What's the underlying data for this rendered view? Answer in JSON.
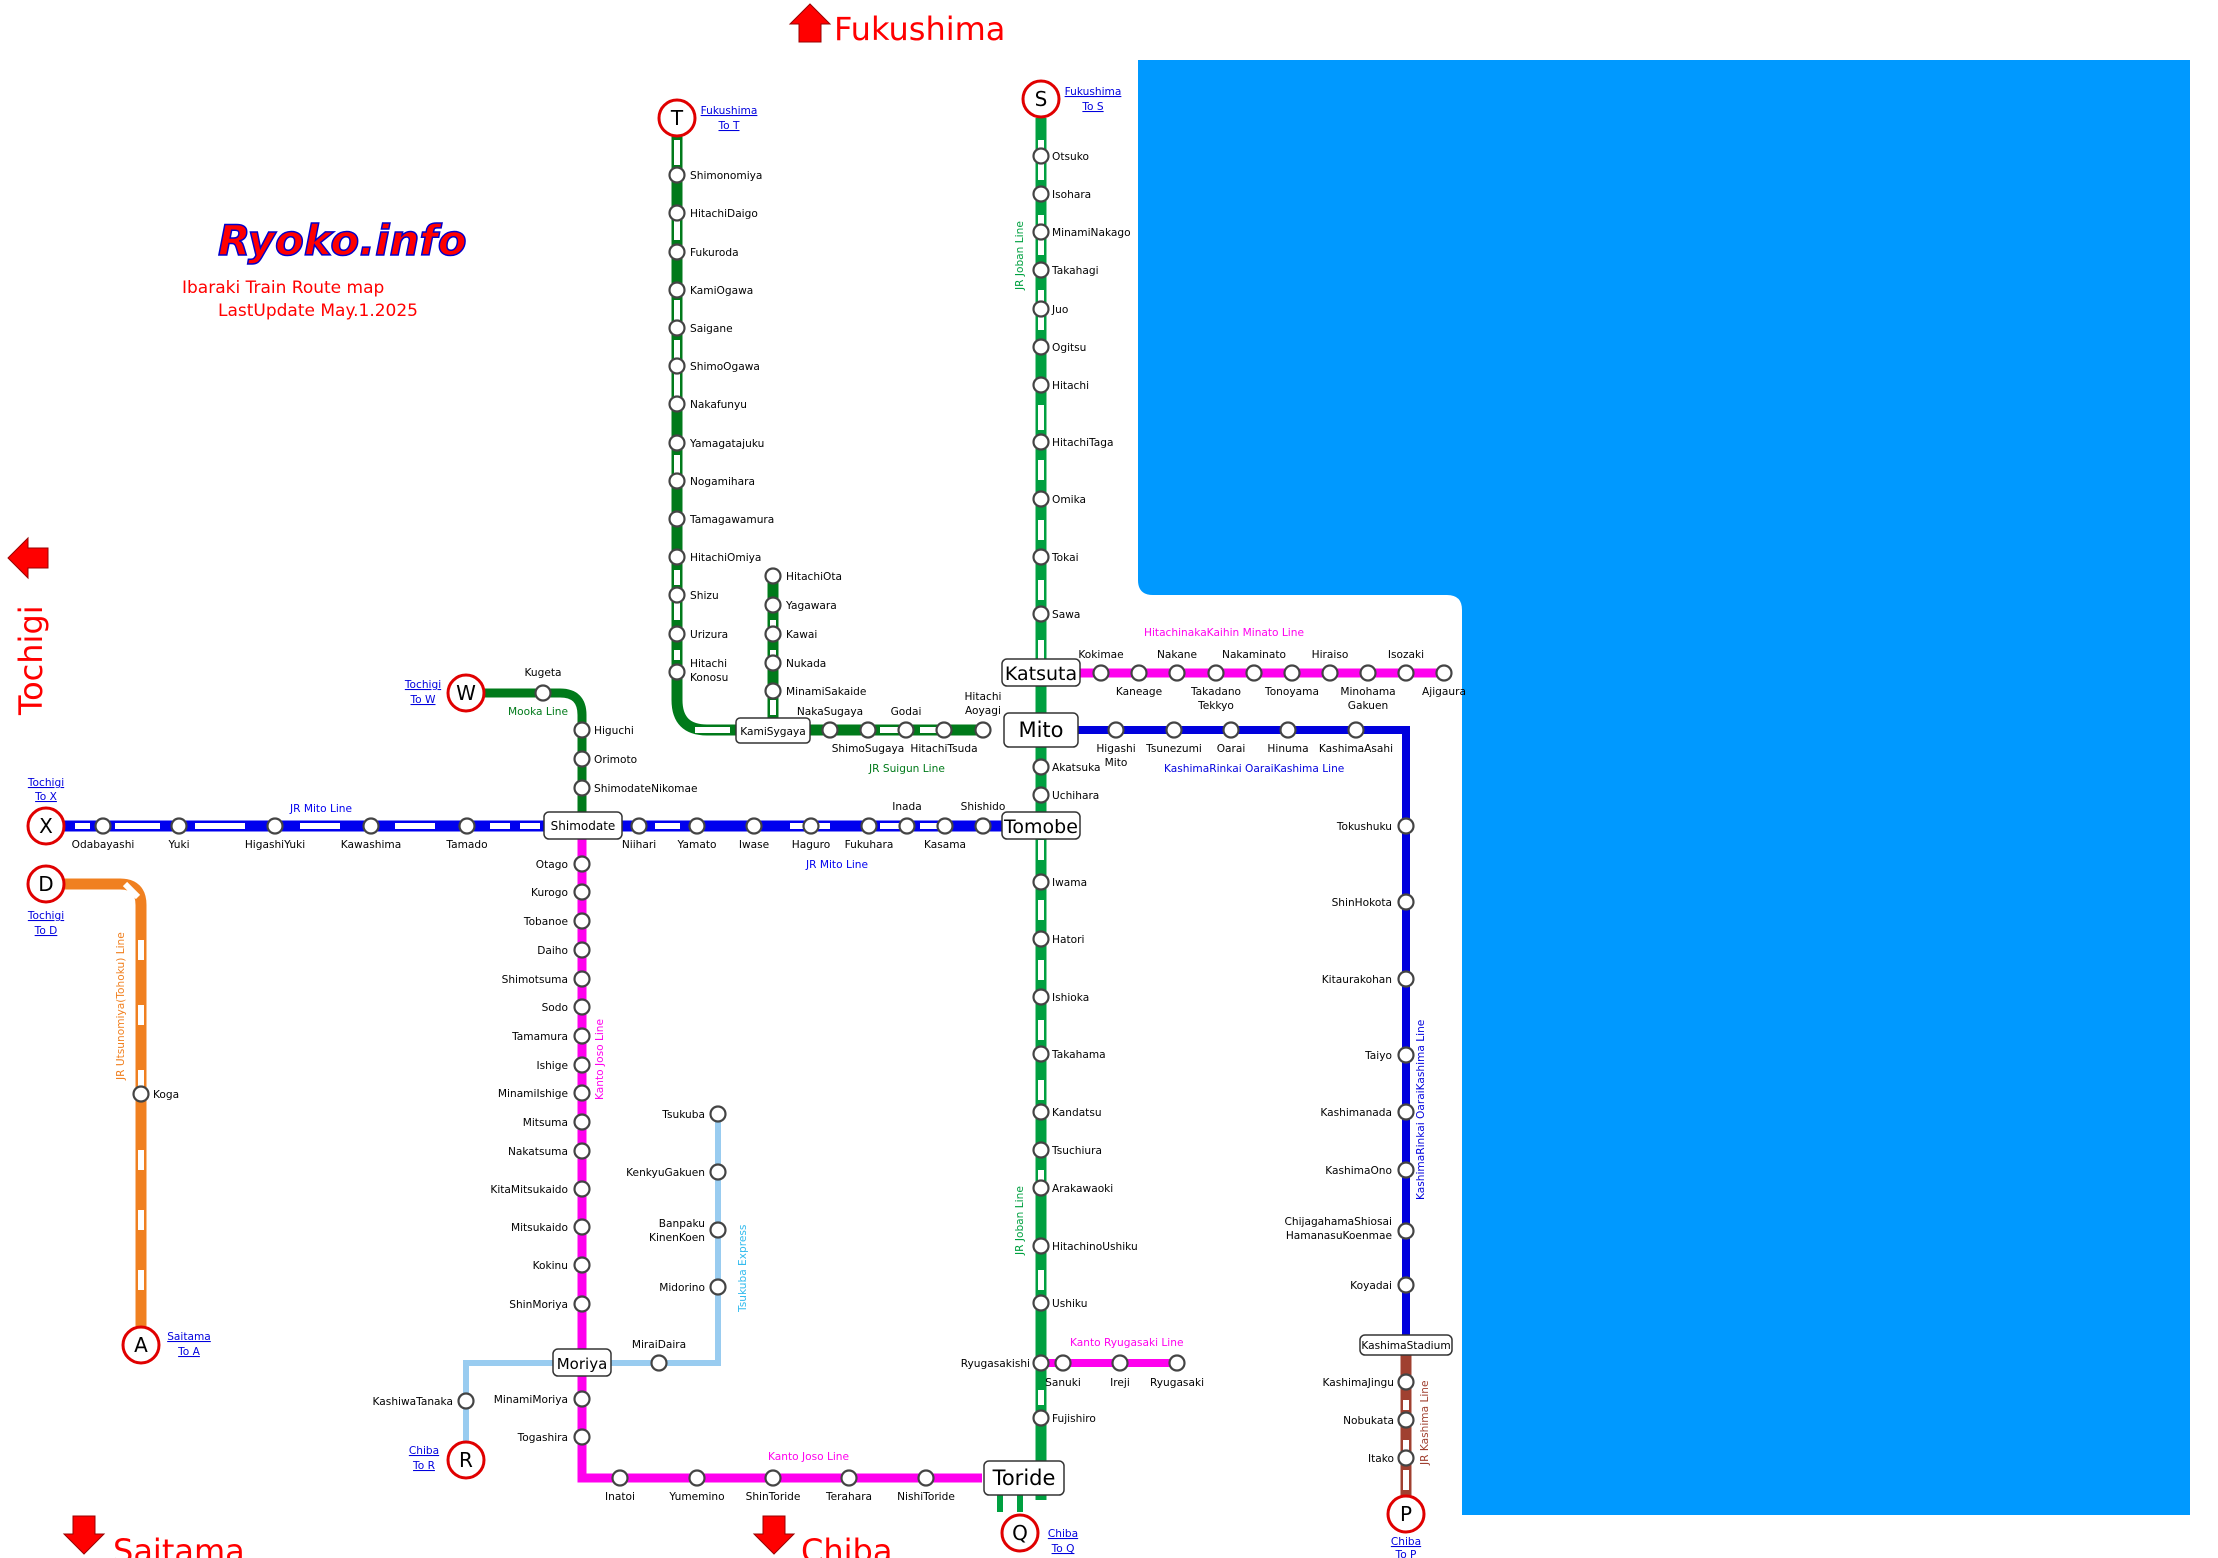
{
  "header": {
    "logo": "Ryoko.info",
    "title": "Ibaraki Train Route map",
    "updated": "LastUpdate May.1.2025"
  },
  "colors": {
    "sea": "#0099ff",
    "joban": "#00a040",
    "suigun": "#007a1a",
    "mito": "#0000ee",
    "joso": "#ff00ee",
    "ryugasaki": "#ff00ee",
    "kaihin": "#ff00ee",
    "oarai": "#0000dd",
    "kashima": "#a04030",
    "tsukuba": "#99ccf0",
    "tohoku": "#f08020",
    "mooka": "#007a1a",
    "direction": "#ff0000"
  },
  "directions": {
    "north": "Fukushima",
    "west": "Tochigi",
    "southwest": "Saitama",
    "south": "Chiba"
  },
  "lines": {
    "joban_top": "JR Joban Line",
    "joban_bottom": "JR Joban Line",
    "suigun": "JR Suigun Line",
    "mito_west": "JR Mito Line",
    "mito_east": "JR Mito Line",
    "mooka": "Mooka Line",
    "joso_vert": "Kanto Joso Line",
    "joso_bottom": "Kanto Joso Line",
    "tsukuba": "Tsukuba Express",
    "ryugasaki": "Kanto Ryugasaki Line",
    "kaihin": "HitachinakaKaihin Minato Line",
    "oarai_h": "KashimaRinkai OaraiKashima Line",
    "oarai_v": "KashimaRinkai OaraiKashima Line",
    "kashima": "JR Kashima Line",
    "tohoku": "JR Utsunomiya(Tohoku) Line"
  },
  "terminals": [
    {
      "id": "T",
      "letter": "T",
      "link1": "Fukushima",
      "link2": "To T"
    },
    {
      "id": "S",
      "letter": "S",
      "link1": "Fukushima",
      "link2": "To S"
    },
    {
      "id": "W",
      "letter": "W",
      "link1": "Tochigi",
      "link2": "To W"
    },
    {
      "id": "X",
      "letter": "X",
      "link1": "Tochigi",
      "link2": "To X"
    },
    {
      "id": "D",
      "letter": "D",
      "link1": "Tochigi",
      "link2": "To D"
    },
    {
      "id": "A",
      "letter": "A",
      "link1": "Saitama",
      "link2": "To A"
    },
    {
      "id": "R",
      "letter": "R",
      "link1": "Chiba",
      "link2": "To R"
    },
    {
      "id": "Q",
      "letter": "Q",
      "link1": "Chiba",
      "link2": "To Q"
    },
    {
      "id": "P",
      "letter": "P",
      "link1": "Chiba",
      "link2": "To P"
    }
  ],
  "hubs": {
    "katsuta": "Katsuta",
    "mito": "Mito",
    "tomobe": "Tomobe",
    "shimodate": "Shimodate",
    "moriya": "Moriya",
    "toride": "Toride",
    "kamisugaya": "KamiSygaya",
    "kashimastadium": "KashimaStadium"
  },
  "stations": {
    "joban_n": [
      "Otsuko",
      "Isohara",
      "MinamiNakago",
      "Takahagi",
      "Juo",
      "Ogitsu",
      "Hitachi",
      "HitachiTaga",
      "Omika",
      "Tokai",
      "Sawa"
    ],
    "joban_s": [
      "Akatsuka",
      "Uchihara",
      "Iwama",
      "Hatori",
      "Ishioka",
      "Takahama",
      "Kandatsu",
      "Tsuchiura",
      "Arakawaoki",
      "HitachinoUshiku",
      "Ushiku",
      "Ryugasakishi",
      "Fujishiro"
    ],
    "suigun_n": [
      "Shimonomiya",
      "HitachiDaigo",
      "Fukuroda",
      "KamiOgawa",
      "Saigane",
      "ShimoOgawa",
      "Nakafunyu",
      "Yamagatajuku",
      "Nogamihara",
      "Tamagawamura",
      "HitachiOmiya",
      "Shizu",
      "Urizura",
      "Hitachi",
      "Konosu"
    ],
    "suigun_ota": [
      "HitachiOta",
      "Yagawara",
      "Kawai",
      "Nukada",
      "MinamiSakaide"
    ],
    "suigun_e": [
      "NakaSugaya",
      "ShimoSugaya",
      "Godai",
      "HitachiTsuda",
      "Hitachi",
      "Aoyagi"
    ],
    "mito_w": [
      "Odabayashi",
      "Yuki",
      "HigashiYuki",
      "Kawashima",
      "Tamado"
    ],
    "mito_e": [
      "Niihari",
      "Yamato",
      "Iwase",
      "Haguro",
      "Fukuhara",
      "Inada",
      "Kasama",
      "Shishido"
    ],
    "mooka": [
      "Kugeta",
      "Higuchi",
      "Orimoto",
      "ShimodateNikomae"
    ],
    "joso": [
      "Otago",
      "Kurogo",
      "Tobanoe",
      "Daiho",
      "Shimotsuma",
      "Sodo",
      "Tamamura",
      "Ishige",
      "MinamiIshige",
      "Mitsuma",
      "Nakatsuma",
      "KitaMitsukaido",
      "Mitsukaido",
      "Kokinu",
      "ShinMoriya",
      "MinamiMoriya",
      "Togashira"
    ],
    "joso_s": [
      "Inatoi",
      "Yumemino",
      "ShinToride",
      "Terahara",
      "NishiToride"
    ],
    "tsukuba": [
      "Tsukuba",
      "KenkyuGakuen",
      "Banpaku",
      "KinenKoen",
      "Midorino",
      "MiraiDaira",
      "KashiwaTanaka"
    ],
    "ryugasaki": [
      "Sanuki",
      "Ireji",
      "Ryugasaki"
    ],
    "kaihin": [
      "Kokimae",
      "Kaneage",
      "Nakane",
      "Takadano",
      "Tekkyo",
      "Nakaminato",
      "Tonoyama",
      "Hiraiso",
      "Minohama",
      "Gakuen",
      "Isozaki",
      "Ajigaura"
    ],
    "oarai_h": [
      "Higashi",
      "Mito",
      "Tsunezumi",
      "Oarai",
      "Hinuma",
      "KashimaAsahi"
    ],
    "oarai_v": [
      "Tokushuku",
      "ShinHokota",
      "Kitaurakohan",
      "Taiyo",
      "Kashimanada",
      "KashimaOno",
      "ChijagahamaShiosai",
      "HamanasuKoenmae",
      "Koyadai"
    ],
    "kashima": [
      "KashimaJingu",
      "Nobukata",
      "Itako"
    ],
    "tohoku": [
      "Koga"
    ]
  }
}
